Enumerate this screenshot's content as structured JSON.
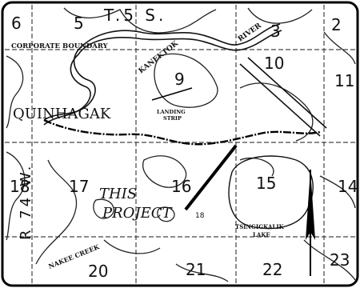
{
  "sections": [
    "6",
    "5",
    "3",
    "2",
    "10",
    "9",
    "11",
    "18",
    "17",
    "16",
    "15",
    "14",
    "20",
    "21",
    "22",
    "23"
  ],
  "township": "T.5 S.",
  "range": "R 74 W.",
  "labels": {
    "corporate_boundary": "CORPORATE BOUNDARY",
    "kanektok": "KANEKTOK",
    "river": "RIVER",
    "town": "QUINHAGAK",
    "landing_strip_1": "LANDING",
    "landing_strip_2": "STRIP",
    "project_1": "THIS",
    "project_2": "PROJECT",
    "lake_1": "TSINGIGKALIK",
    "lake_2": "LAKE",
    "creek": "NAKEE CREEK",
    "site_num": "18"
  }
}
